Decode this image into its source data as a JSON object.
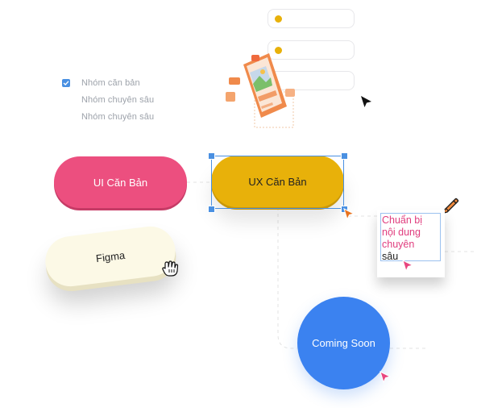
{
  "checklist": {
    "items": [
      {
        "label": "Nhóm căn bản",
        "checked": true
      },
      {
        "label": "Nhóm chuyên sâu",
        "checked": false
      },
      {
        "label": "Nhóm chuyên sâu",
        "checked": false
      }
    ]
  },
  "buttons": {
    "ui_label": "UI Căn Bản",
    "ux_label": "UX Căn Bản",
    "figma_label": "Figma"
  },
  "text_edit": {
    "lines": [
      "Chuẩn bị",
      "nội dung",
      "chuyên",
      "sâu"
    ]
  },
  "circle": {
    "label": "Coming Soon"
  },
  "colors": {
    "pink": "#ec4f7f",
    "yellow": "#e8b10a",
    "blue": "#3b82f0",
    "cream": "#fcf9e6",
    "selection": "#4a90e2"
  },
  "icons": {
    "checkbox": "checkbox-checked-icon",
    "cursor_black": "black-arrow-cursor-icon",
    "cursor_orange": "orange-arrow-cursor-icon",
    "cursor_pink": "pink-arrow-cursor-icon",
    "hand": "hand-pointer-cursor-icon",
    "pencil": "pencil-icon",
    "phone": "phone-illustration"
  }
}
